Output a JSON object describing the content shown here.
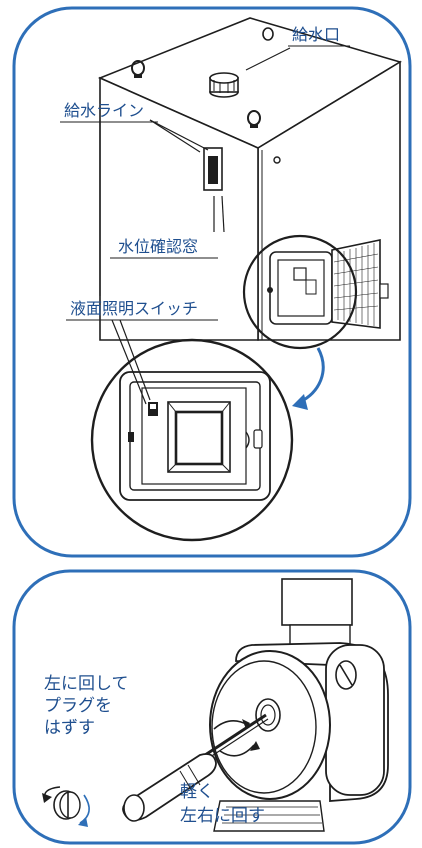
{
  "colors": {
    "frame": "#2e6fb8",
    "ink": "#1e1e1e",
    "label": "#1f4f8f",
    "arrow": "#2e6fb8"
  },
  "top_panel": {
    "labels": {
      "water_inlet": "給水口",
      "water_line": "給水ライン",
      "level_window": "水位確認窓",
      "light_switch": "液面照明スイッチ"
    }
  },
  "bottom_panel": {
    "instruction_plug": [
      "左に回して",
      "プラグを",
      "はずす"
    ],
    "instruction_rotate": [
      "軽く",
      "左右に回す"
    ]
  }
}
